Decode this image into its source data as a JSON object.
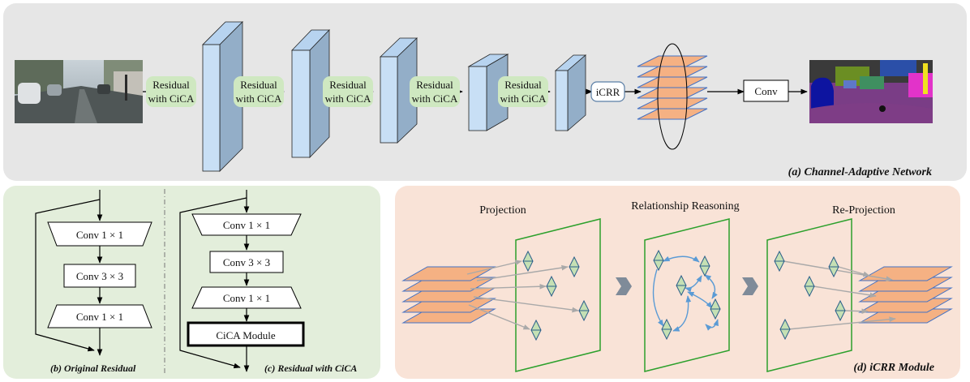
{
  "panel_a": {
    "caption": "(a) Channel-Adaptive Network",
    "residual_labels": [
      [
        "Residual",
        "with CiCA"
      ],
      [
        "Residual",
        "with CiCA"
      ],
      [
        "Residual",
        "with CiCA"
      ],
      [
        "Residual",
        "with CiCA"
      ],
      [
        "Residual",
        "with CiCA"
      ]
    ],
    "icrr_label": "iCRR",
    "conv_label": "Conv"
  },
  "panel_b": {
    "caption": "(b) Original Residual",
    "blocks": [
      "Conv 1 × 1",
      "Conv 3 × 3",
      "Conv 1 × 1"
    ]
  },
  "panel_c": {
    "caption": "(c) Residual with CiCA",
    "blocks": [
      "Conv 1 × 1",
      "Conv 3 × 3",
      "Conv 1 × 1",
      "CiCA Module"
    ]
  },
  "panel_d": {
    "caption": "(d) iCRR Module",
    "titles": [
      "Projection",
      "Relationship Reasoning",
      "Re-Projection"
    ]
  },
  "colors": {
    "panel_a_bg": "#e6e6e6",
    "panel_bc_bg": "#e3eedb",
    "panel_d_bg": "#f9e3d7",
    "block_face": "#c8dff5",
    "block_side": "#93aec8",
    "label_bubble": "#cfe8c1",
    "feature_map": "#f5b183",
    "plane_stroke": "#2ca02c",
    "node_fill": "#c5e0b4",
    "reason_arrow": "#5b9bd5",
    "projection_arrow": "#a9a9a9"
  }
}
